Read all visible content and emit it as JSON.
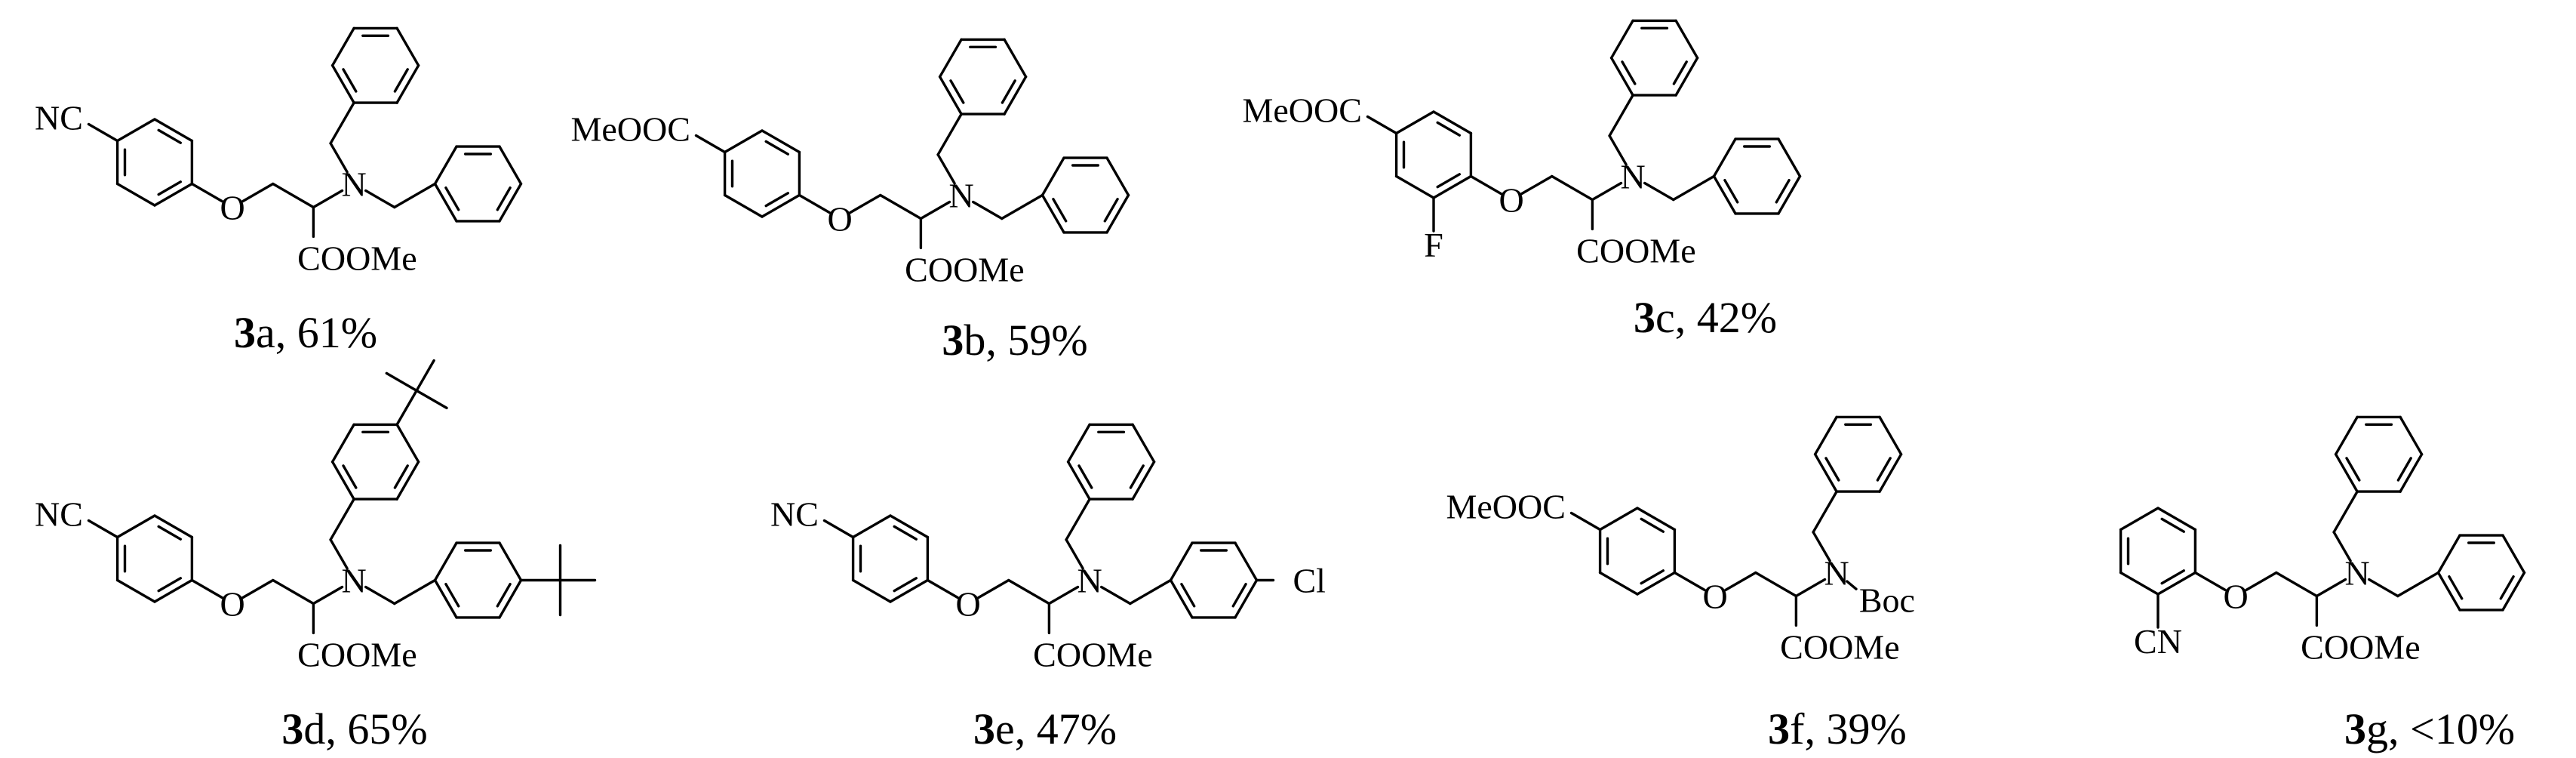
{
  "compounds": [
    {
      "id": "3a",
      "num": "3",
      "letter": "a",
      "yield": "61%",
      "labels": {
        "sub1": "NC",
        "o": "O",
        "n": "N",
        "ester": "COOMe"
      }
    },
    {
      "id": "3b",
      "num": "3",
      "letter": "b",
      "yield": "59%",
      "labels": {
        "sub1": "MeOOC",
        "o": "O",
        "n": "N",
        "ester": "COOMe"
      }
    },
    {
      "id": "3c",
      "num": "3",
      "letter": "c",
      "yield": "42%",
      "labels": {
        "sub1": "MeOOC",
        "sub2": "F",
        "o": "O",
        "n": "N",
        "ester": "COOMe"
      }
    },
    {
      "id": "3d",
      "num": "3",
      "letter": "d",
      "yield": "65%",
      "labels": {
        "sub1": "NC",
        "o": "O",
        "n": "N",
        "ester": "COOMe"
      }
    },
    {
      "id": "3e",
      "num": "3",
      "letter": "e",
      "yield": "47%",
      "labels": {
        "sub1": "NC",
        "o": "O",
        "n": "N",
        "ester": "COOMe",
        "cl": "Cl"
      }
    },
    {
      "id": "3f",
      "num": "3",
      "letter": "f",
      "yield": "39%",
      "labels": {
        "sub1": "MeOOC",
        "o": "O",
        "n": "N",
        "ester": "COOMe",
        "boc": "Boc"
      }
    },
    {
      "id": "3g",
      "num": "3",
      "letter": "g",
      "yield": "<10%",
      "labels": {
        "sub1": "CN",
        "o": "O",
        "n": "N",
        "ester": "COOMe"
      }
    }
  ]
}
